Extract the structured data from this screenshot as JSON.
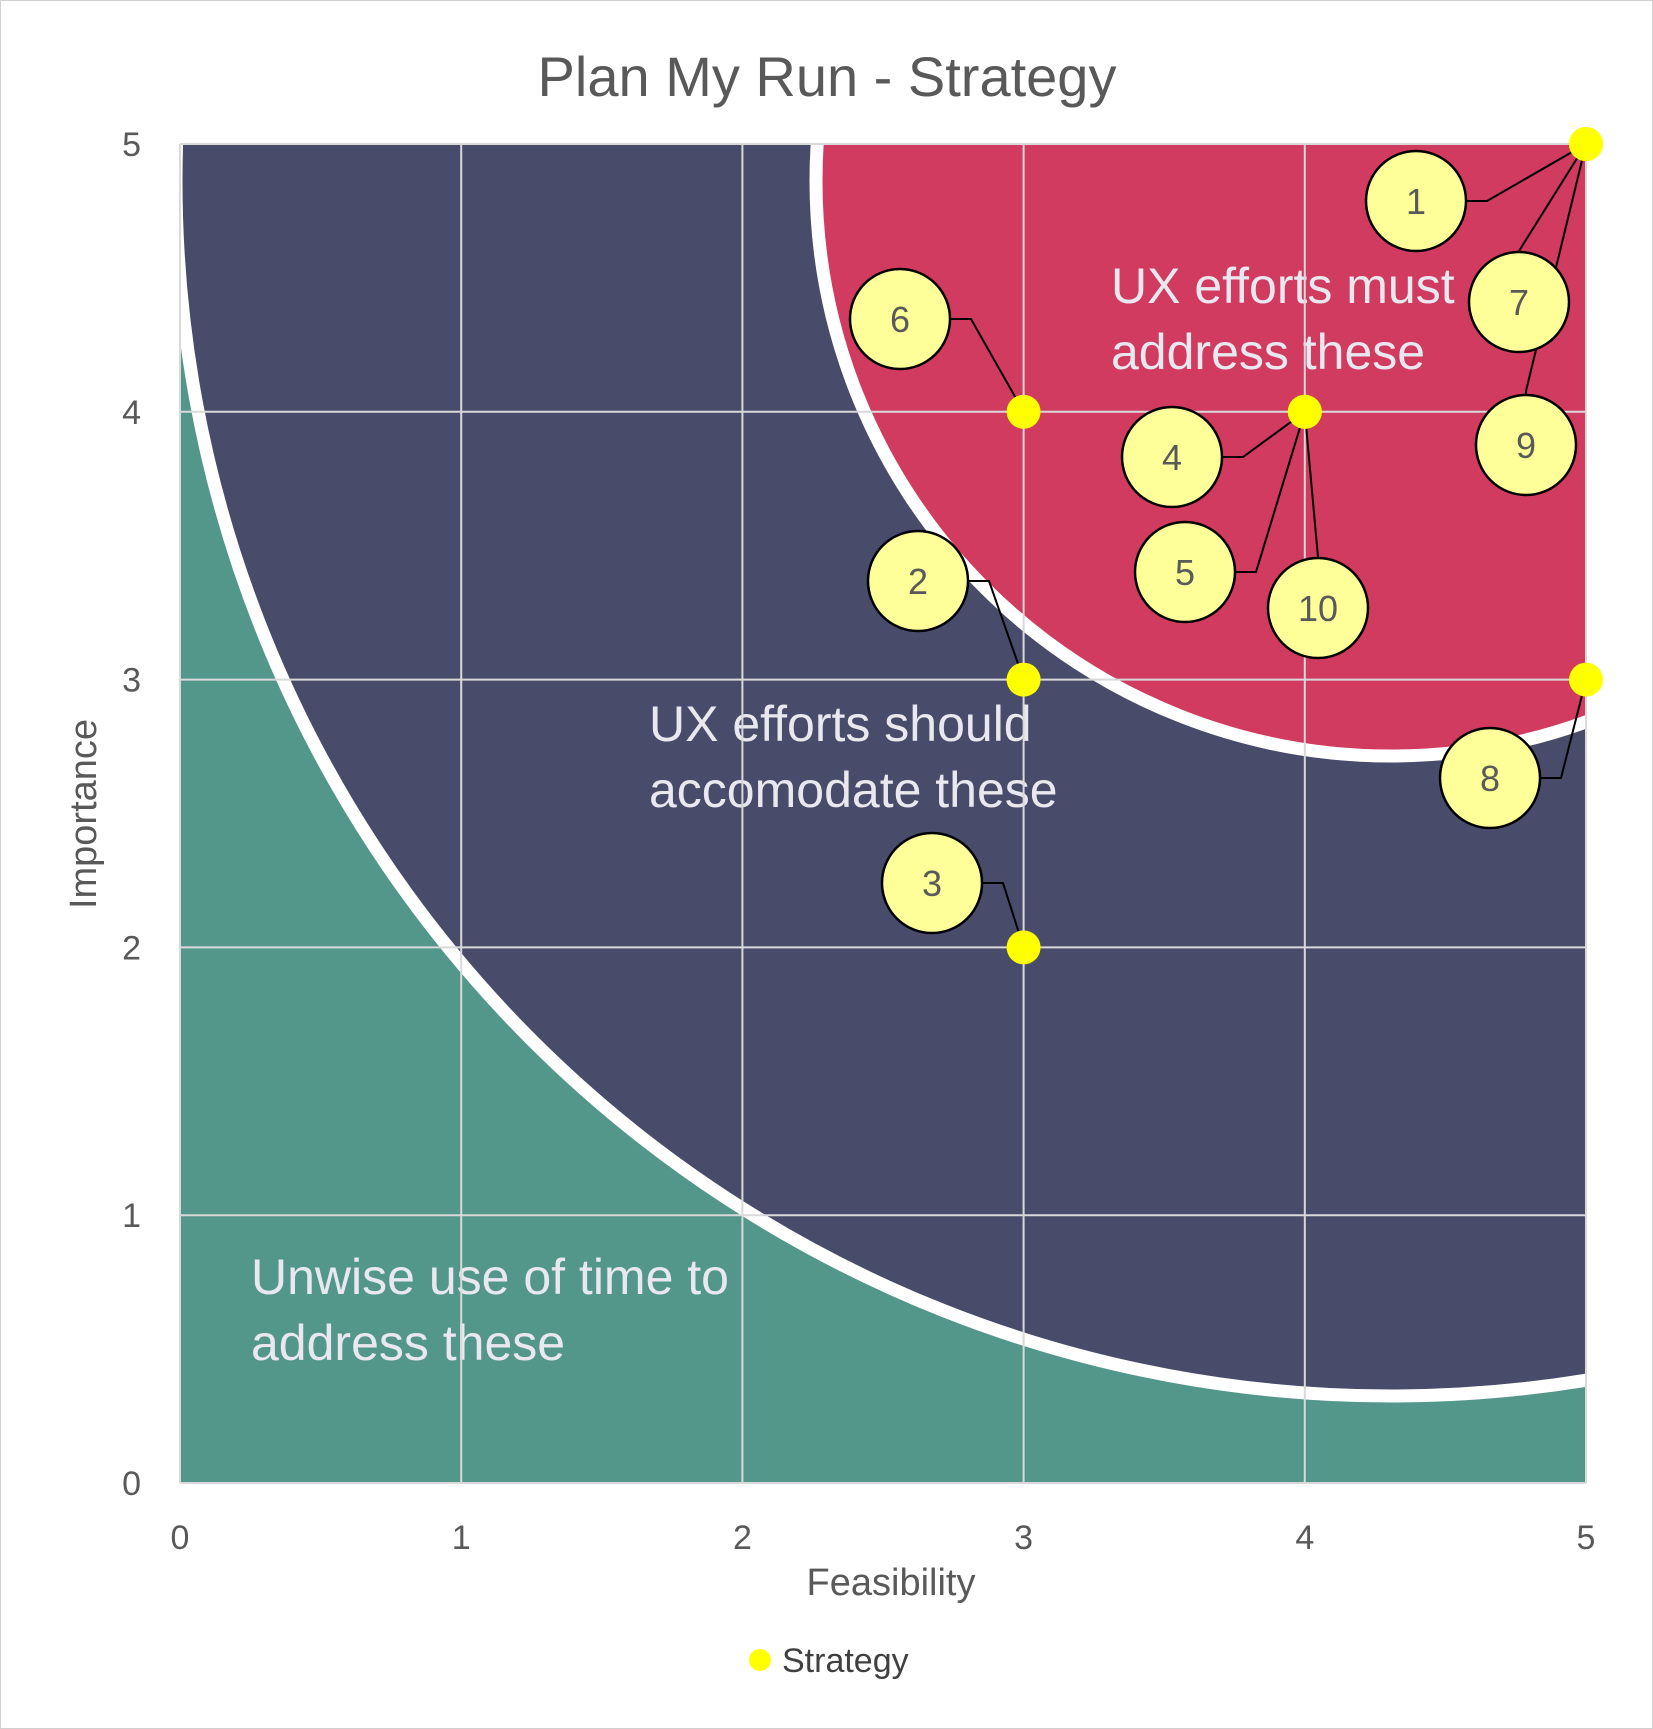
{
  "colors": {
    "zone_low": "#53978b",
    "zone_mid": "#494b6a",
    "zone_high": "#d03b5f",
    "zone_border": "#ffffff",
    "grid": "#d9d9d9",
    "marker": "#ffff00",
    "bubble_fill": "#ffff99",
    "bubble_stroke": "#000000",
    "text": "#595959"
  },
  "zones": {
    "low_label": [
      "Unwise use of time to",
      "address these"
    ],
    "mid_label": [
      "UX efforts should",
      "accomodate these"
    ],
    "high_label": [
      "UX efforts must",
      "address these"
    ]
  },
  "chart_data": {
    "type": "scatter",
    "title": "Plan My Run - Strategy",
    "xlabel": "Feasibility",
    "ylabel": "Importance",
    "xlim": [
      0,
      5
    ],
    "ylim": [
      0,
      5
    ],
    "xticks": [
      "0",
      "1",
      "2",
      "3",
      "4",
      "5"
    ],
    "yticks": [
      "0",
      "1",
      "2",
      "3",
      "4",
      "5"
    ],
    "grid": true,
    "legend": "bottom",
    "series": [
      {
        "name": "Strategy",
        "color": "#ffff00",
        "points": [
          {
            "x": 5,
            "y": 5
          },
          {
            "x": 3,
            "y": 3
          },
          {
            "x": 3,
            "y": 2
          },
          {
            "x": 4,
            "y": 4
          },
          {
            "x": 4,
            "y": 4
          },
          {
            "x": 3,
            "y": 4
          },
          {
            "x": 5,
            "y": 5
          },
          {
            "x": 5,
            "y": 3
          },
          {
            "x": 5,
            "y": 5
          },
          {
            "x": 4,
            "y": 4
          }
        ]
      }
    ],
    "annotations": [
      {
        "label": "1",
        "point": 0
      },
      {
        "label": "2",
        "point": 1
      },
      {
        "label": "3",
        "point": 2
      },
      {
        "label": "4",
        "point": 3
      },
      {
        "label": "5",
        "point": 4
      },
      {
        "label": "6",
        "point": 5
      },
      {
        "label": "7",
        "point": 6
      },
      {
        "label": "8",
        "point": 7
      },
      {
        "label": "9",
        "point": 8
      },
      {
        "label": "10",
        "point": 9
      }
    ]
  }
}
